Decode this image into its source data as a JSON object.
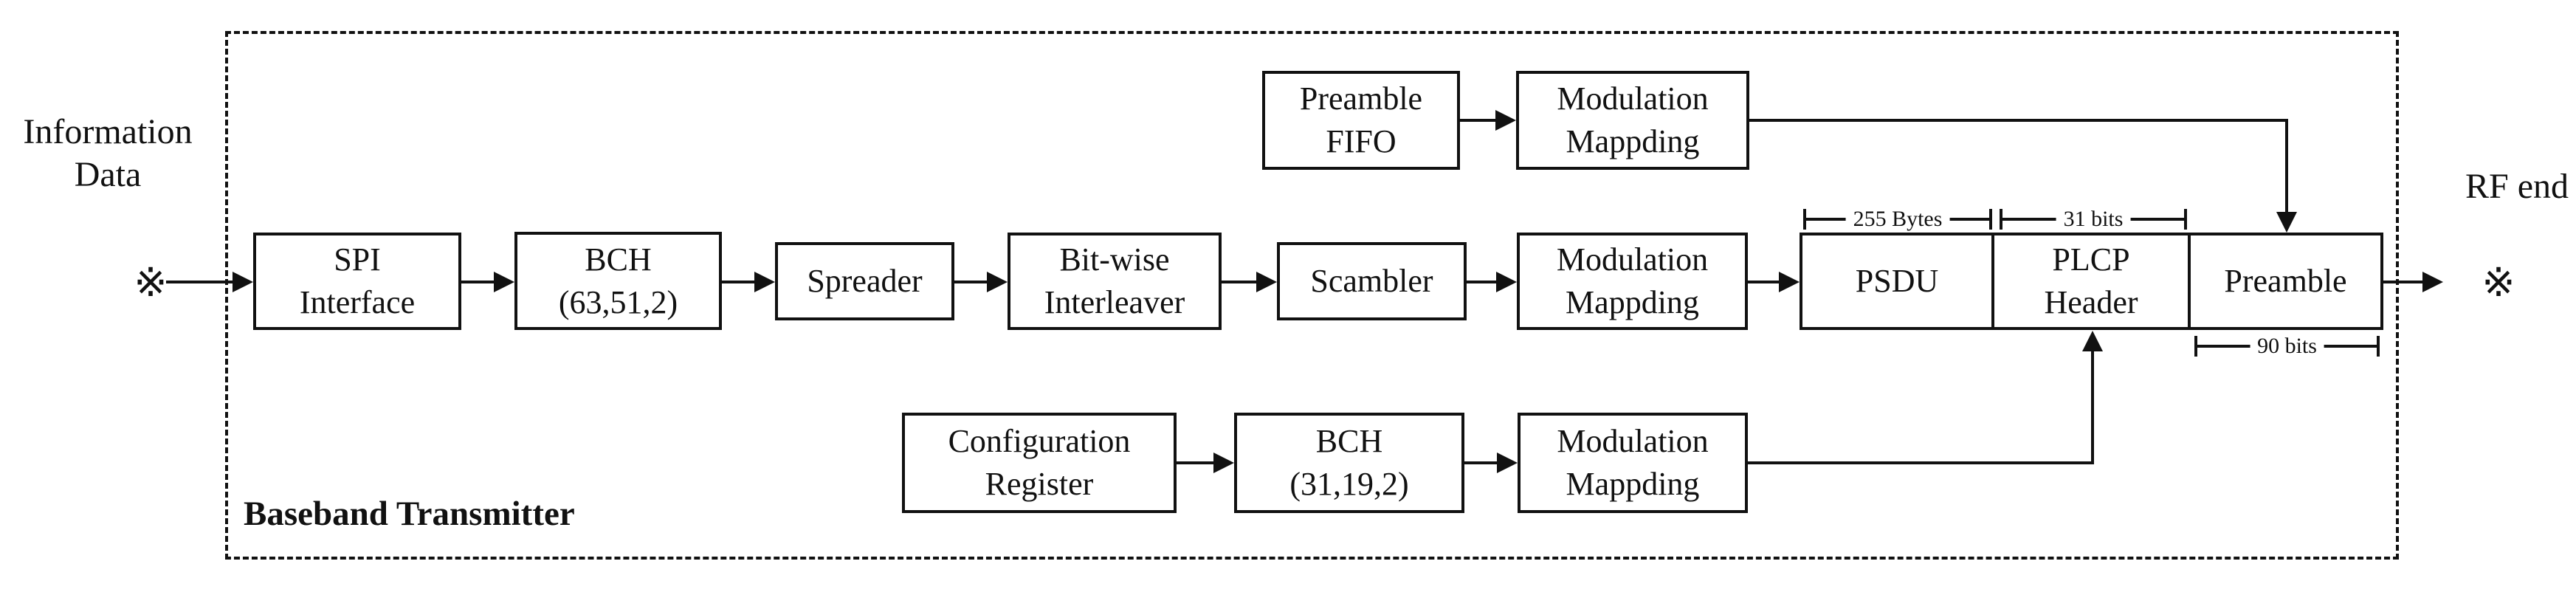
{
  "diagram": {
    "outside": {
      "input_label": {
        "line1": "Information",
        "line2": "Data"
      },
      "input_symbol": "※",
      "output_label": "RF end",
      "output_symbol": "※"
    },
    "container_title": "Baseband Transmitter",
    "blocks": {
      "spi": {
        "lines": [
          "SPI",
          "Interface"
        ]
      },
      "bch63": {
        "lines": [
          "BCH",
          "(63,51,2)"
        ]
      },
      "spreader": {
        "lines": [
          "Spreader"
        ]
      },
      "interleaver": {
        "lines": [
          "Bit-wise",
          "Interleaver"
        ]
      },
      "scambler": {
        "lines": [
          "Scambler"
        ]
      },
      "modmap_mid": {
        "lines": [
          "Modulation",
          "Mappding"
        ]
      },
      "psdu": {
        "lines": [
          "PSDU"
        ]
      },
      "plcp": {
        "lines": [
          "PLCP",
          "Header"
        ]
      },
      "preamble": {
        "lines": [
          "Preamble"
        ]
      },
      "preamble_fifo": {
        "lines": [
          "Preamble",
          "FIFO"
        ]
      },
      "modmap_top": {
        "lines": [
          "Modulation",
          "Mappding"
        ]
      },
      "config_reg": {
        "lines": [
          "Configuration",
          "Register"
        ]
      },
      "bch31": {
        "lines": [
          "BCH",
          "(31,19,2)"
        ]
      },
      "modmap_bot": {
        "lines": [
          "Modulation",
          "Mappding"
        ]
      }
    },
    "rulers": {
      "psdu_width": "255 Bytes",
      "plcp_width": "31 bits",
      "preamble_width": "90 bits"
    },
    "colors": {
      "ink": "#111111",
      "background": "#ffffff"
    }
  }
}
